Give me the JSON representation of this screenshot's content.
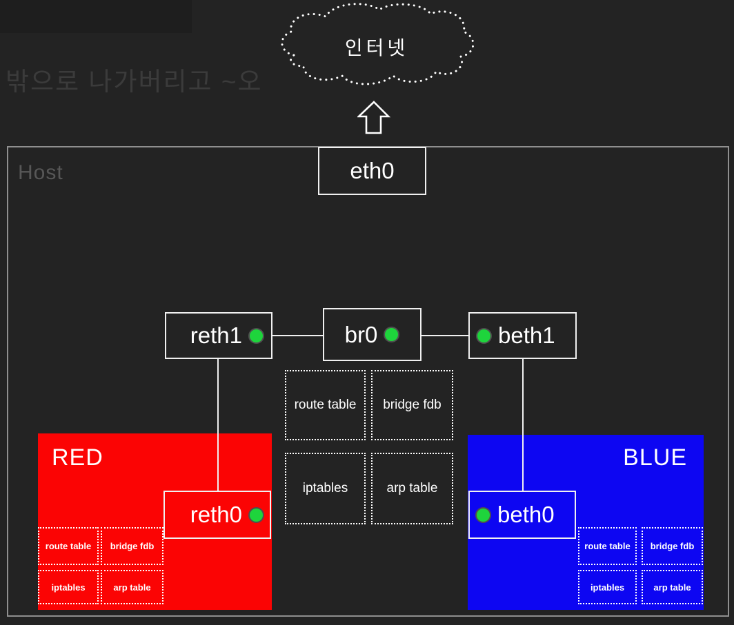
{
  "colors": {
    "background": "#232323",
    "host_border": "#8f8f8f",
    "red_namespace": "#fb0404",
    "blue_namespace": "#0d06f2",
    "status_dot_green": "#1ed43c",
    "connector_line": "#f0f0f0",
    "ghost_text": "#3b3b3b"
  },
  "annotation": {
    "text": "밖으로 나가버리고 ~오"
  },
  "internet": {
    "label": "인터넷"
  },
  "host": {
    "title": "Host",
    "eth0": {
      "label": "eth0"
    },
    "reth1": {
      "label": "reth1"
    },
    "br0": {
      "label": "br0"
    },
    "beth1": {
      "label": "beth1"
    },
    "tables": [
      {
        "label": "route table"
      },
      {
        "label": "bridge fdb"
      },
      {
        "label": "iptables"
      },
      {
        "label": "arp table"
      }
    ]
  },
  "red_ns": {
    "title": "RED",
    "iface": {
      "label": "reth0"
    },
    "tables": [
      {
        "label": "route table"
      },
      {
        "label": "bridge fdb"
      },
      {
        "label": "iptables"
      },
      {
        "label": "arp table"
      }
    ]
  },
  "blue_ns": {
    "title": "BLUE",
    "iface": {
      "label": "beth0"
    },
    "tables": [
      {
        "label": "route table"
      },
      {
        "label": "bridge fdb"
      },
      {
        "label": "iptables"
      },
      {
        "label": "arp table"
      }
    ]
  }
}
